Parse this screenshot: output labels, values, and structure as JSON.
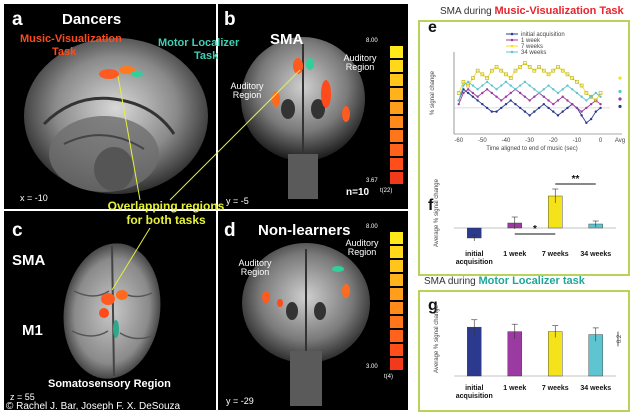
{
  "panels": {
    "a": {
      "letter": "a",
      "title": "Dancers",
      "music_task_line1": "Music-Visualization",
      "music_task_line2": "Task",
      "motor_task_line1": "Motor Localizer",
      "motor_task_line2": "Task",
      "coord": "x = -10"
    },
    "b": {
      "letter": "b",
      "region_sma": "SMA",
      "auditory_left": "Auditory Region",
      "auditory_right": "Auditory Region",
      "n": "n=10",
      "coord": "y = -5",
      "scale_top": "8.00",
      "scale_bottom": "3.67",
      "scale_unit": "t(22)"
    },
    "overlap": {
      "line1": "Overlapping regions",
      "line2": "for both tasks"
    },
    "c": {
      "letter": "c",
      "region_sma": "SMA",
      "region_m1": "M1",
      "region_somato": "Somatosensory Region",
      "coord": "z = 55"
    },
    "d": {
      "letter": "d",
      "title": "Non-learners",
      "auditory_left": "Auditory Region",
      "auditory_right": "Auditory Region",
      "coord": "y = -29",
      "scale_top": "8.00",
      "scale_bottom": "3.00",
      "scale_unit": "t(4)"
    }
  },
  "credit": "© Rachel J. Bar, Joseph F. X. DeSouza",
  "top_title": {
    "prefix": "SMA during ",
    "highlight": "Music-Visualization Task"
  },
  "bottom_title": {
    "prefix": "SMA during ",
    "highlight": "Motor Localizer task"
  },
  "colors": {
    "initial": "#2b3a8f",
    "week1": "#9b3aa0",
    "week7": "#f4e21a",
    "week34": "#5ec4cf",
    "frame": "#b9d25a"
  },
  "chart_data": [
    {
      "panel": "e",
      "type": "line",
      "xlabel": "Time aligned to end of music (sec)",
      "ylabel": "% signal change",
      "x_ticks": [
        "-60",
        "-50",
        "-40",
        "-30",
        "-20",
        "-10",
        "0"
      ],
      "x_extra_label": "Avg",
      "xlim": [
        -62,
        4
      ],
      "x": [
        -60,
        -58,
        -56,
        -54,
        -52,
        -50,
        -48,
        -46,
        -44,
        -42,
        -40,
        -38,
        -36,
        -34,
        -32,
        -30,
        -28,
        -26,
        -24,
        -22,
        -20,
        -18,
        -16,
        -14,
        -12,
        -10,
        -8,
        -6,
        -4,
        -2,
        0
      ],
      "series": [
        {
          "name": "initial acquisition",
          "color": "#2b3a8f",
          "values": [
            0.1,
            0.25,
            0.2,
            0.15,
            0.1,
            0.05,
            0.0,
            -0.05,
            -0.05,
            0.0,
            0.05,
            0.1,
            0.05,
            0.0,
            -0.05,
            -0.1,
            -0.05,
            0.0,
            0.05,
            0.0,
            -0.05,
            -0.1,
            -0.05,
            0.0,
            0.05,
            0.0,
            -0.1,
            -0.2,
            -0.15,
            -0.05,
            0.0
          ]
        },
        {
          "name": "1 week",
          "color": "#9b3aa0",
          "values": [
            0.05,
            0.2,
            0.25,
            0.2,
            0.15,
            0.2,
            0.25,
            0.2,
            0.15,
            0.1,
            0.15,
            0.2,
            0.25,
            0.2,
            0.15,
            0.1,
            0.15,
            0.2,
            0.15,
            0.1,
            0.05,
            0.1,
            0.15,
            0.1,
            0.05,
            0.0,
            -0.05,
            0.0,
            0.05,
            0.1,
            0.05
          ]
        },
        {
          "name": "7 weeks",
          "color": "#f4e21a",
          "values": [
            0.2,
            0.35,
            0.3,
            0.4,
            0.5,
            0.45,
            0.4,
            0.5,
            0.55,
            0.5,
            0.45,
            0.4,
            0.5,
            0.55,
            0.6,
            0.55,
            0.5,
            0.55,
            0.5,
            0.45,
            0.5,
            0.55,
            0.5,
            0.45,
            0.4,
            0.35,
            0.3,
            0.2,
            0.15,
            0.1,
            0.2
          ]
        },
        {
          "name": "34 weeks",
          "color": "#5ec4cf",
          "values": [
            0.1,
            0.3,
            0.35,
            0.3,
            0.25,
            0.3,
            0.35,
            0.3,
            0.25,
            0.3,
            0.35,
            0.3,
            0.25,
            0.3,
            0.35,
            0.3,
            0.25,
            0.2,
            0.25,
            0.3,
            0.25,
            0.2,
            0.25,
            0.3,
            0.25,
            0.2,
            0.15,
            0.1,
            0.15,
            0.2,
            0.15
          ]
        }
      ],
      "avg": [
        0.02,
        0.12,
        0.4,
        0.22
      ]
    },
    {
      "panel": "f",
      "type": "bar",
      "ylabel": "Average % signal change",
      "categories": [
        "initial acquisition",
        "1 week",
        "7 weeks",
        "34 weeks"
      ],
      "values": [
        -0.1,
        0.05,
        0.32,
        0.04
      ],
      "errors": [
        0.03,
        0.06,
        0.07,
        0.03
      ],
      "ylim": [
        -0.18,
        0.48
      ],
      "significance": [
        {
          "from": 1,
          "to": 2,
          "label": "*"
        },
        {
          "from": 2,
          "to": 3,
          "label": "**"
        }
      ]
    },
    {
      "panel": "g",
      "type": "bar",
      "ylabel": "Average % signal change",
      "categories": [
        "initial acquisition",
        "1 week",
        "7 weeks",
        "34 weeks"
      ],
      "values": [
        0.66,
        0.6,
        0.6,
        0.56
      ],
      "errors": [
        0.1,
        0.1,
        0.08,
        0.09
      ],
      "ylim": [
        0,
        1.0
      ],
      "scale_bar_label": "0.2"
    }
  ]
}
